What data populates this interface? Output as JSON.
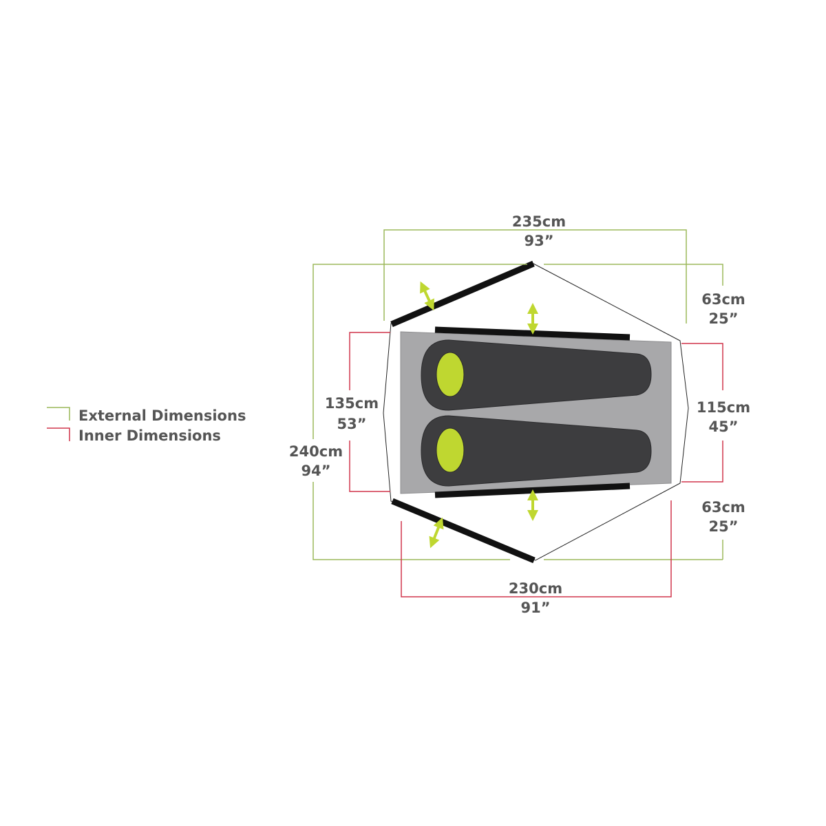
{
  "colors": {
    "external": "#9cb85a",
    "inner": "#d0354c",
    "pole": "#111111",
    "floor": "#a8a8aa",
    "sleeping_bag": "#3d3d3f",
    "head": "#bfd730",
    "arrow": "#bfd730",
    "text": "#555555"
  },
  "legend": {
    "external_label": "External Dimensions",
    "inner_label": "Inner Dimensions"
  },
  "dimensions": {
    "top_width": {
      "metric": "235cm",
      "imperial": "93”"
    },
    "bottom_width": {
      "metric": "230cm",
      "imperial": "91”"
    },
    "total_length": {
      "metric": "240cm",
      "imperial": "94”"
    },
    "inner_left": {
      "metric": "135cm",
      "imperial": "53”"
    },
    "inner_right": {
      "metric": "115cm",
      "imperial": "45”"
    },
    "vestibule_top": {
      "metric": "63cm",
      "imperial": "25”"
    },
    "vestibule_bottom": {
      "metric": "63cm",
      "imperial": "25”"
    }
  },
  "icons": {
    "door_arrow": "double-arrow-icon",
    "sleeping_bag": "sleeping-bag-icon"
  }
}
